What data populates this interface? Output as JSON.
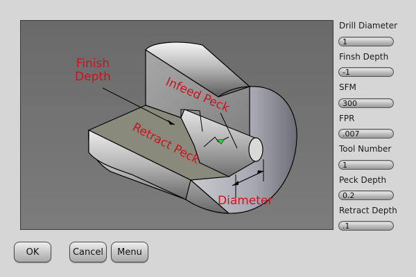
{
  "diagram": {
    "labels": {
      "finish_depth_line1": "Finish",
      "finish_depth_line2": "Depth",
      "infeed_peck": "Infeed Peck",
      "retract_peck": "Retract Peck",
      "diameter": "Diameter"
    },
    "colors": {
      "label_red": "#c8141e",
      "arrow_green": "#2fd12f"
    }
  },
  "params": [
    {
      "label": "Drill Diameter",
      "value": "1"
    },
    {
      "label": "Finsh Depth",
      "value": "-1"
    },
    {
      "label": "SFM",
      "value": "300"
    },
    {
      "label": "FPR",
      "value": ".007"
    },
    {
      "label": "Tool Number",
      "value": "1"
    },
    {
      "label": "Peck Depth",
      "value": "0.2"
    },
    {
      "label": "Retract Depth",
      "value": ".1"
    }
  ],
  "buttons": {
    "ok": "OK",
    "cancel": "Cancel",
    "menu": "Menu"
  }
}
